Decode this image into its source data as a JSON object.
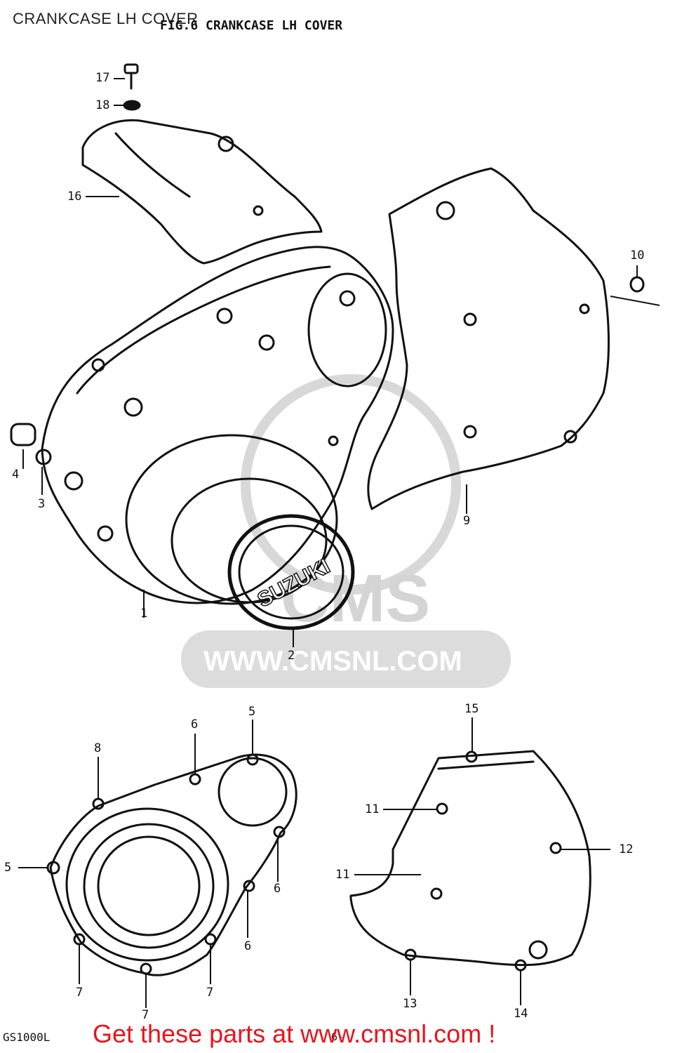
{
  "page_title": "CRANKCASE LH COVER",
  "figure_heading": "FIG.6  CRANKCASE LH COVER",
  "model_code": "GS1000L",
  "page_number": "6-",
  "footer_text": "Get these parts at www.cmsnl.com !",
  "watermark": {
    "brand": "CMS",
    "url": "WWW.CMSNL.COM"
  },
  "cover_emblem": "SUZUKI",
  "part_callouts": {
    "c17": "17",
    "c18": "18",
    "c16": "16",
    "c10": "10",
    "c4": "4",
    "c3": "3",
    "c9": "9",
    "c2": "2",
    "c1": "1",
    "d6a": "6",
    "d5a": "5",
    "d8": "8",
    "d5b": "5",
    "d6b": "6",
    "d6c": "6",
    "d7a": "7",
    "d7b": "7",
    "d7c": "7",
    "d15": "15",
    "d11a": "11",
    "d11b": "11",
    "d12": "12",
    "d13": "13",
    "d14": "14"
  },
  "colors": {
    "line": "#111111",
    "footer": "#e8141b",
    "watermark": "#d6d6d6"
  }
}
